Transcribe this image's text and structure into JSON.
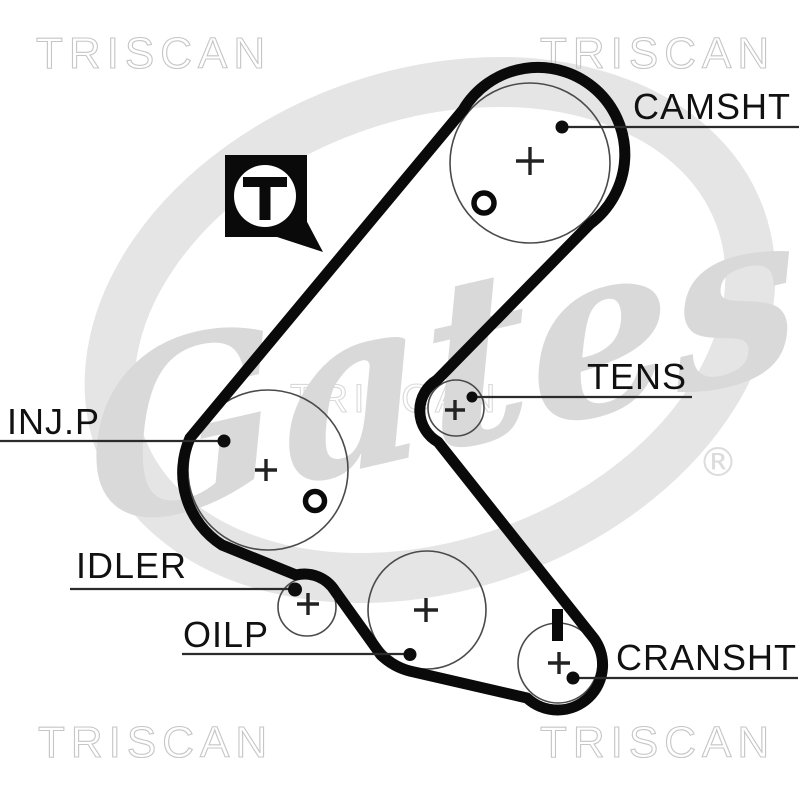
{
  "labels": {
    "camshaft": "CAMSHT",
    "tensioner": "TENS",
    "injection_pump": "INJ.P",
    "idler": "IDLER",
    "oil_pump": "OILP",
    "crankshaft": "CRANSHT"
  },
  "marker": {
    "symbol": "T"
  },
  "watermark": {
    "brand": "TRISCAN",
    "logo": "Gates",
    "registered": "®"
  },
  "colors": {
    "belt": "#0a0a0a",
    "label_text": "#111111",
    "watermark_outline": "#c6c6c6",
    "logo_gray": "#d9d9d9"
  }
}
